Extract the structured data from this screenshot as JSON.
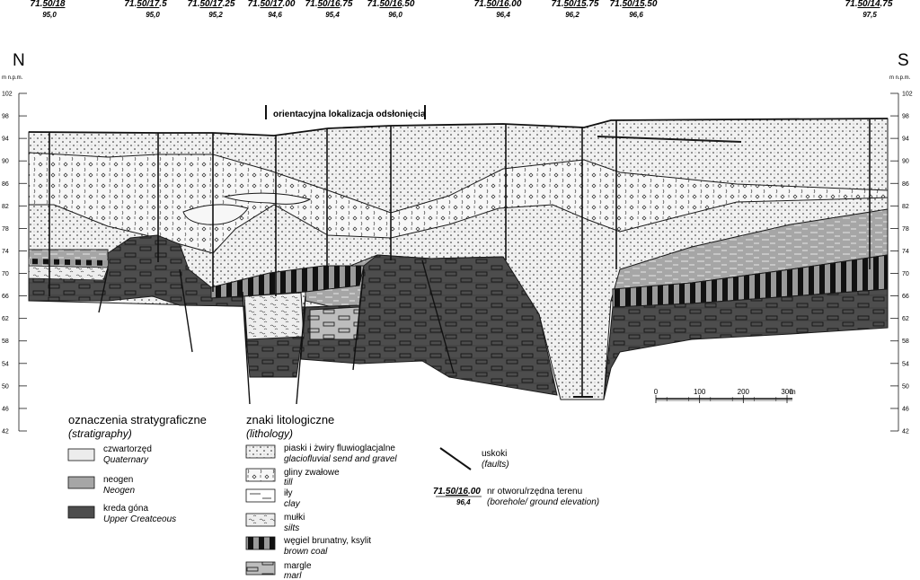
{
  "orientation": {
    "left": "N",
    "right": "S"
  },
  "elevation_unit": "m n.p.m.",
  "elevation_ticks": [
    "102",
    "98",
    "94",
    "90",
    "86",
    "82",
    "78",
    "74",
    "70",
    "66",
    "62",
    "58",
    "54",
    "50",
    "46",
    "42"
  ],
  "boreholes": [
    {
      "id_prefix": "71.",
      "id_main": "50/18",
      "id_suffix": "",
      "elevation": "95,0"
    },
    {
      "id_prefix": "71.",
      "id_main": "50/17",
      "id_suffix": ".5",
      "elevation": "95,0"
    },
    {
      "id_prefix": "71.",
      "id_main": "50/17",
      "id_suffix": ".25",
      "elevation": "95,2"
    },
    {
      "id_prefix": "71.",
      "id_main": "50/17",
      "id_suffix": ".00",
      "elevation": "94,6"
    },
    {
      "id_prefix": "71.",
      "id_main": "50/16",
      "id_suffix": ".75",
      "elevation": "95,4"
    },
    {
      "id_prefix": "71.",
      "id_main": "50/16",
      "id_suffix": ".50",
      "elevation": "96,0"
    },
    {
      "id_prefix": "71.",
      "id_main": "50/16",
      "id_suffix": ".00",
      "elevation": "96,4"
    },
    {
      "id_prefix": "71.",
      "id_main": "50/15",
      "id_suffix": ".75",
      "elevation": "96,2"
    },
    {
      "id_prefix": "71.",
      "id_main": "50/15",
      "id_suffix": ".50",
      "elevation": "96,6"
    },
    {
      "id_prefix": "71.",
      "id_main": "50/14",
      "id_suffix": ".75",
      "elevation": "97,5"
    }
  ],
  "outcrop_label": "orientacyjna lokalizacja odsłonięcia",
  "scale_bar": {
    "ticks": [
      "0",
      "100",
      "200",
      "300"
    ],
    "unit": "m"
  },
  "colors": {
    "quaternary": "#ececec",
    "neogene": "#a6a6a6",
    "cretaceous": "#4d4d4d",
    "line": "#1a1a1a"
  },
  "legend_stratigraphy": {
    "title": "oznaczenia stratygraficzne",
    "title_en": "(stratigraphy)",
    "items": [
      {
        "label": "czwartorzęd",
        "label_en": "Quaternary",
        "color": "#ececec"
      },
      {
        "label": "neogen",
        "label_en": "Neogen",
        "color": "#a6a6a6"
      },
      {
        "label": "kreda góna",
        "label_en": "Upper Creatceous",
        "color": "#4d4d4d"
      }
    ]
  },
  "legend_lithology": {
    "title": "znaki litologiczne",
    "title_en": "(lithology)",
    "items": [
      {
        "label": "piaski i żwiry  fluwioglacjalne",
        "label_en": "glaciofluvial send and gravel",
        "icon": "sand-gravel"
      },
      {
        "label": "gliny zwałowe",
        "label_en": "till",
        "icon": "till"
      },
      {
        "label": "iły",
        "label_en": "clay",
        "icon": "clay"
      },
      {
        "label": "mułki",
        "label_en": "silts",
        "icon": "silts"
      },
      {
        "label": "węgiel brunatny, ksylit",
        "label_en": "brown coal",
        "icon": "brown-coal"
      },
      {
        "label": "margle",
        "label_en": "marl",
        "icon": "marl"
      }
    ]
  },
  "legend_faults": {
    "label": "uskoki",
    "label_en": "(faults)"
  },
  "legend_borehole": {
    "id_prefix": "71.",
    "id_main": "50/16",
    "id_suffix": ".00",
    "elevation": "96,4",
    "label": "nr otworu/rzędna terenu",
    "label_en": "(borehole/ ground elevation)"
  }
}
